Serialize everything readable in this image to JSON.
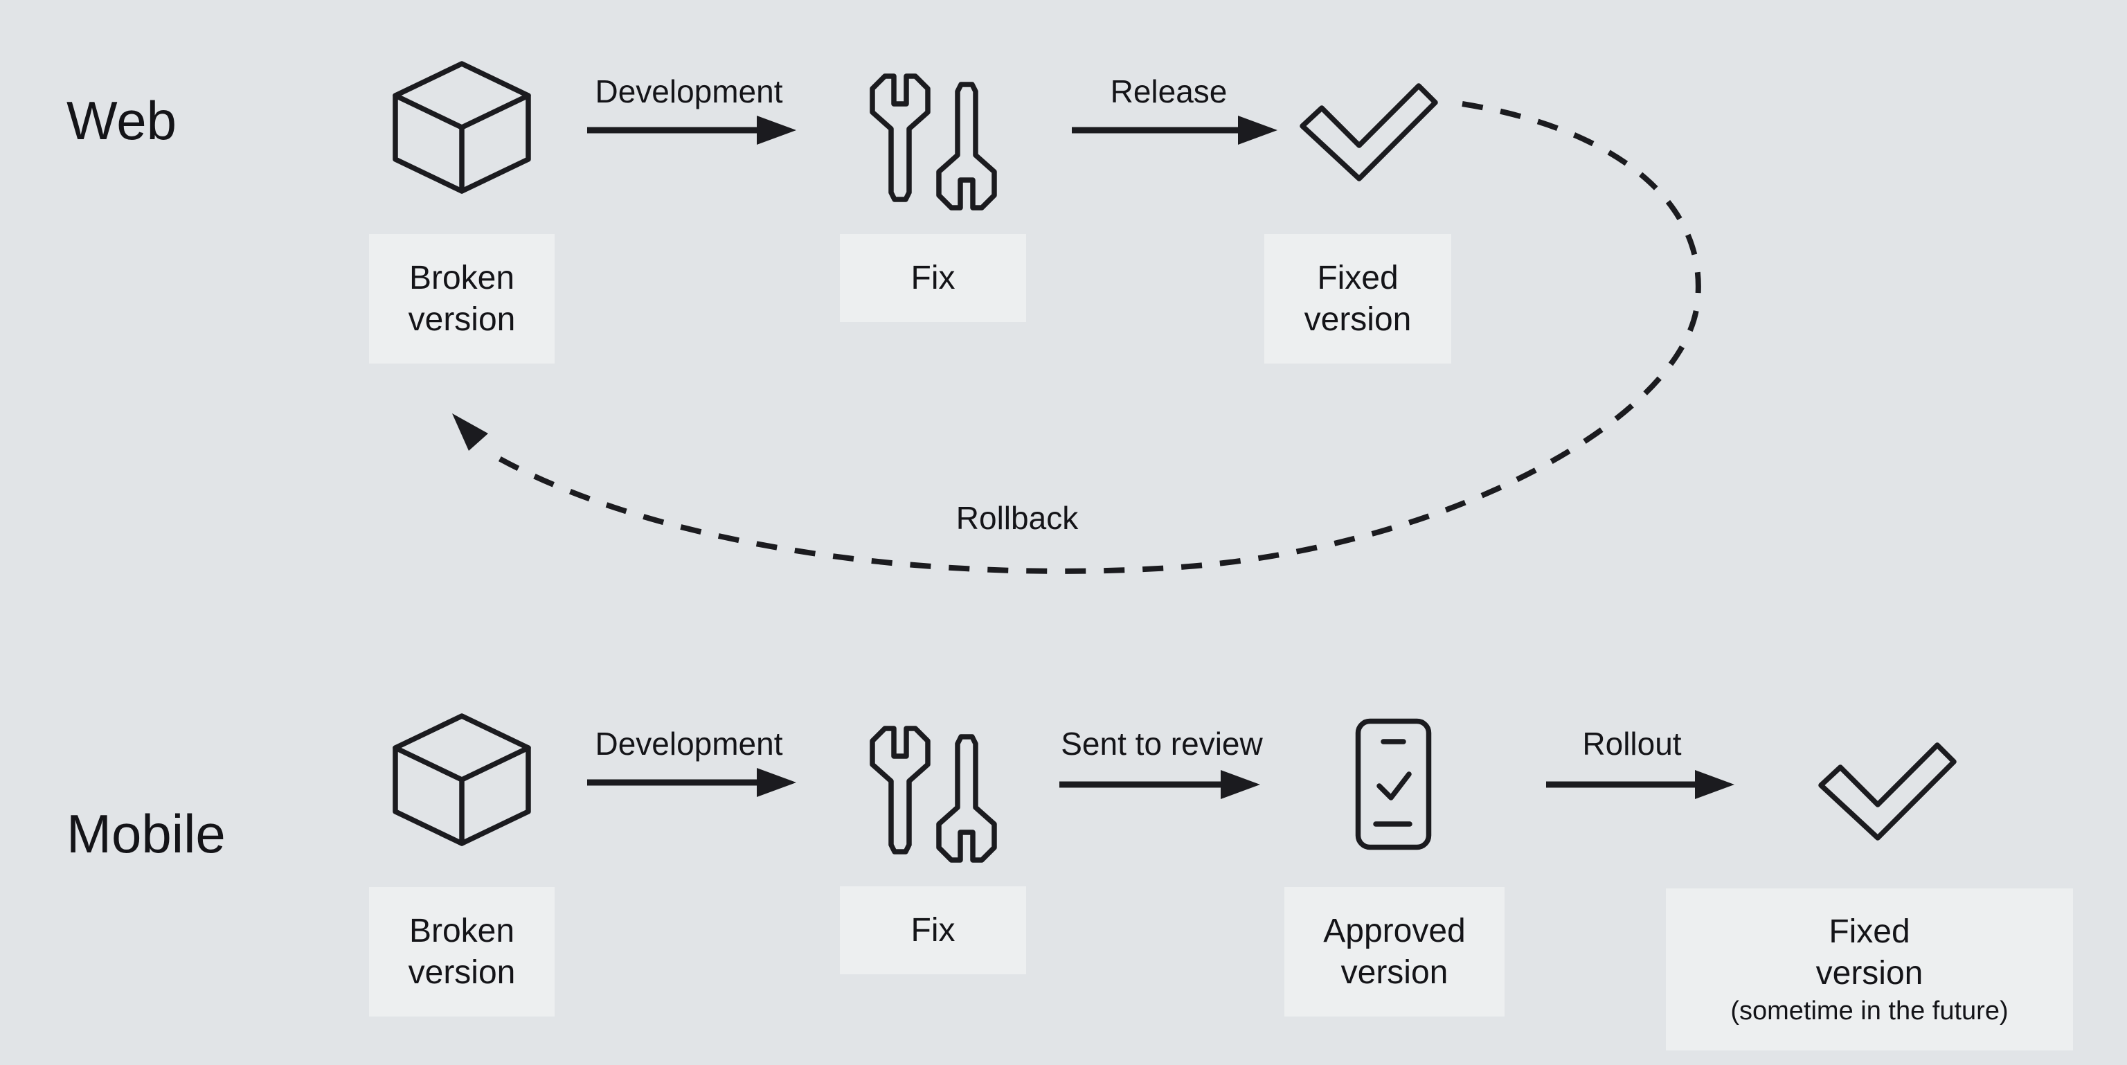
{
  "colors": {
    "background": "#e1e4e7",
    "box_fill": "#edeff0",
    "ink": "#1b1b1f",
    "text": "#141418"
  },
  "web": {
    "row_label": "Web",
    "arrow1": "Development",
    "arrow2": "Release",
    "rollback": "Rollback",
    "box1_line1": "Broken",
    "box1_line2": "version",
    "box2_line1": "Fix",
    "box3_line1": "Fixed",
    "box3_line2": "version"
  },
  "mobile": {
    "row_label": "Mobile",
    "arrow1": "Development",
    "arrow2": "Sent to review",
    "arrow3": "Rollout",
    "box1_line1": "Broken",
    "box1_line2": "version",
    "box2_line1": "Fix",
    "box3_line1": "Approved",
    "box3_line2": "version",
    "box4_line1": "Fixed",
    "box4_line2": "version",
    "box4_note": "(sometime in the future)"
  },
  "icons": {
    "broken_version": "cube-icon",
    "fix": "wrenches-icon",
    "fixed_version": "check-icon",
    "approved_version": "phone-check-icon",
    "flow_arrow": "arrow-right-icon",
    "rollback_arrow": "dashed-arc-arrow-icon"
  }
}
